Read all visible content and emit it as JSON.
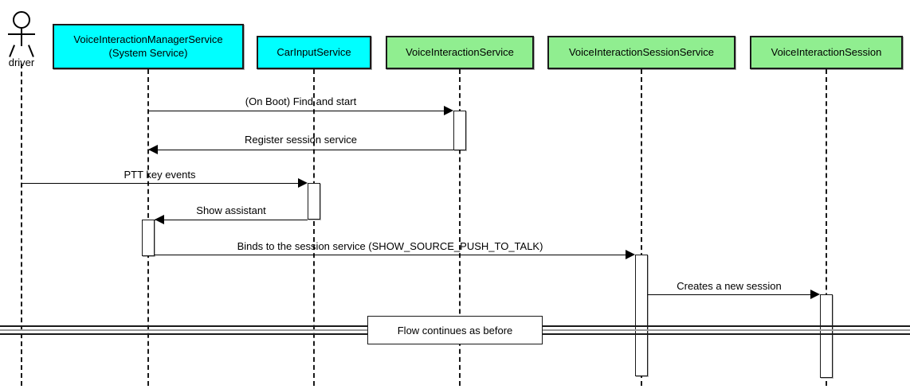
{
  "diagram": {
    "type": "sequence-diagram",
    "title": "",
    "colors": {
      "system_service": "#00FFFF",
      "service": "#90EE90",
      "line": "#1A1A1A",
      "divider_line": "#9A9A9A",
      "background": "#FFFFFF"
    },
    "actors": [
      {
        "name": "driver",
        "label": "driver",
        "kind": "actor"
      }
    ],
    "participants": [
      {
        "id": "vims",
        "label_line1": "VoiceInteractionManagerService",
        "label_line2": "(System Service)",
        "color": "#00FFFF"
      },
      {
        "id": "carinput",
        "label_line1": "CarInputService",
        "label_line2": "",
        "color": "#00FFFF"
      },
      {
        "id": "vis",
        "label_line1": "VoiceInteractionService",
        "label_line2": "",
        "color": "#90EE90"
      },
      {
        "id": "viss",
        "label_line1": "VoiceInteractionSessionService",
        "label_line2": "",
        "color": "#90EE90"
      },
      {
        "id": "visession",
        "label_line1": "VoiceInteractionSession",
        "label_line2": "",
        "color": "#90EE90"
      }
    ],
    "messages": [
      {
        "index": 1,
        "label": "(On Boot) Find and start",
        "from": "vims",
        "to": "vis",
        "direction": "right"
      },
      {
        "index": 2,
        "label": "Register session service",
        "from": "vis",
        "to": "vims",
        "direction": "left"
      },
      {
        "index": 3,
        "label": "PTT key events",
        "from": "driver",
        "to": "carinput",
        "direction": "right"
      },
      {
        "index": 4,
        "label": "Show assistant",
        "from": "carinput",
        "to": "vims",
        "direction": "left"
      },
      {
        "index": 5,
        "label": "Binds to the session service (SHOW_SOURCE_PUSH_TO_TALK)",
        "from": "vims",
        "to": "viss",
        "direction": "right"
      },
      {
        "index": 6,
        "label": "Creates a new session",
        "from": "viss",
        "to": "visession",
        "direction": "right"
      }
    ],
    "divider": {
      "label": "Flow continues as before"
    }
  }
}
